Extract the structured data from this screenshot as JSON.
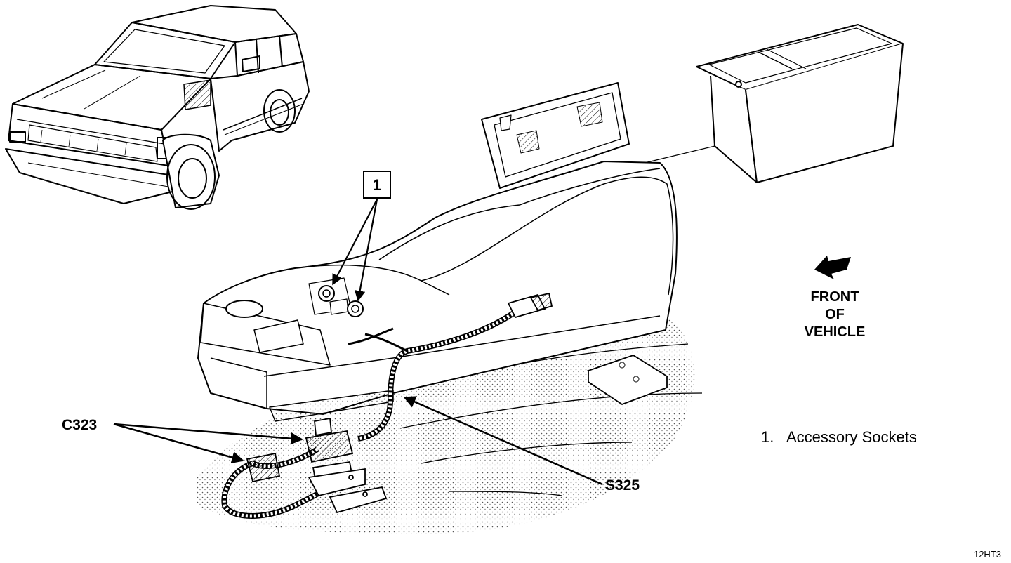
{
  "callout": {
    "number": "1"
  },
  "labels": {
    "c323": "C323",
    "s325": "S325"
  },
  "front_of_vehicle": {
    "line1": "FRONT",
    "line2": "OF",
    "line3": "VEHICLE"
  },
  "legend": [
    {
      "number": "1.",
      "text": "Accessory Sockets"
    }
  ],
  "figure_code": "12HT3",
  "colors": {
    "ink": "#000000",
    "paper": "#ffffff",
    "stipple": "#9a9a9a"
  }
}
